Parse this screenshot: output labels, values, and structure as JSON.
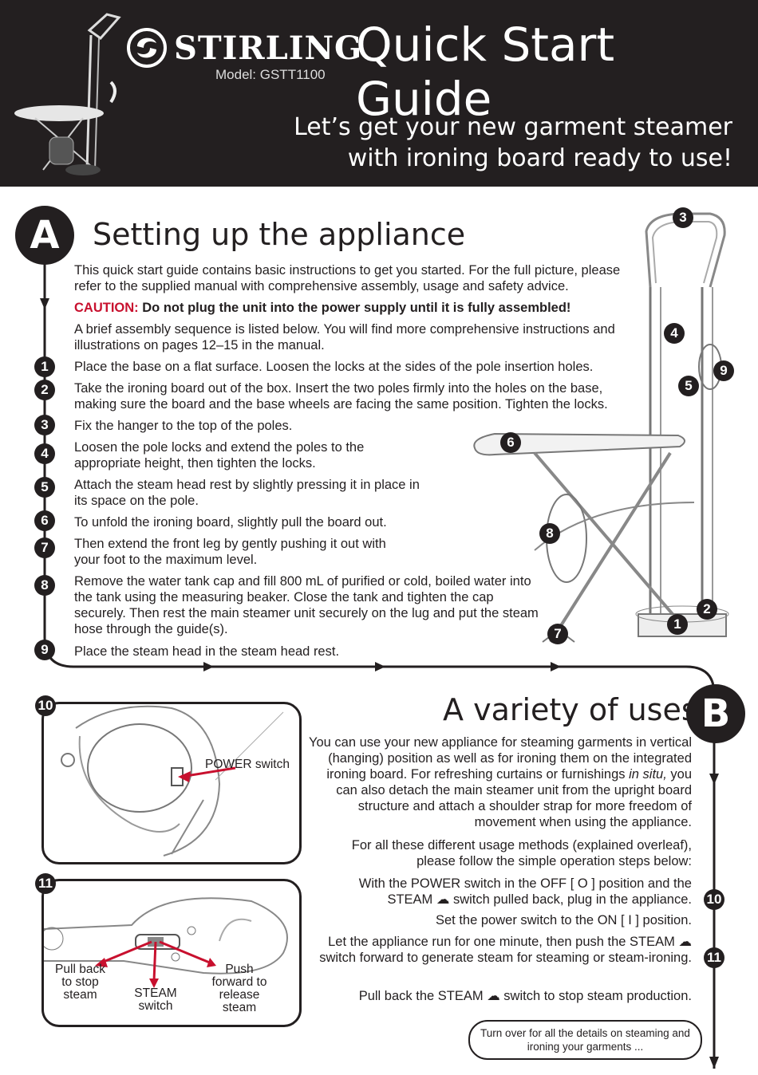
{
  "header": {
    "brand": "STIRLING",
    "model": "Model: GSTT1100",
    "title": "Quick Start Guide",
    "tagline_line1": "Let’s get your new garment steamer",
    "tagline_line2": "with ironing board ready to use!"
  },
  "section_a": {
    "badge": "A",
    "title": "Setting up the appliance",
    "intro": "This quick start guide contains basic instructions to get you started. For the full picture, please refer to the supplied manual with comprehensive assembly, usage and safety advice.",
    "caution_label": "CAUTION:",
    "caution_text": "Do not plug the unit into the power supply until it is fully assembled!",
    "assembly_note": "A brief assembly sequence is listed below. You will find more comprehensive instructions and illustrations on pages 12–15 in the manual.",
    "steps": [
      {
        "num": "1",
        "text": "Place the base on a flat surface. Loosen the locks at the sides of the pole insertion holes."
      },
      {
        "num": "2",
        "text": "Take the ironing board out of the box. Insert the two poles firmly into the holes on the base, making sure the board and the base wheels are facing the same position. Tighten the locks."
      },
      {
        "num": "3",
        "text": "Fix the hanger to the top of the poles."
      },
      {
        "num": "4",
        "text": "Loosen the pole locks and extend the poles to the appropriate height, then tighten the locks."
      },
      {
        "num": "5",
        "text": "Attach the steam head rest by slightly pressing it in place in its space on the pole."
      },
      {
        "num": "6",
        "text": "To unfold the ironing board, slightly pull the board out."
      },
      {
        "num": "7",
        "text": "Then extend the front leg by gently pushing it out with your foot to the maximum level."
      },
      {
        "num": "8",
        "text": "Remove the water tank cap and fill 800 mL of purified or cold, boiled water into the tank using the measuring beaker. Close the tank and tighten the cap securely. Then rest the main steamer unit securely on the lug and put the steam hose through the guide(s)."
      },
      {
        "num": "9",
        "text": "Place the steam head in the steam head rest."
      }
    ],
    "diagram_markers": [
      "3",
      "4",
      "9",
      "5",
      "6",
      "8",
      "2",
      "1",
      "7"
    ]
  },
  "section_b": {
    "badge": "B",
    "title": "A variety of uses",
    "intro_part1": "You can use your new appliance for steaming garments in vertical (hanging) position as well as for ironing them on the integrated ironing board. For refreshing curtains or furnishings",
    "intro_italic": "in situ,",
    "intro_part2": "you can also detach the main steamer unit from the upright board structure and attach a shoulder strap for more freedom of movement when using the appliance.",
    "usage_note": "For all these different usage methods (explained overleaf), please follow the simple operation steps below:",
    "step_plug_a": "With the POWER switch in the OFF [ O ] position and the STEAM",
    "step_plug_b": "switch pulled back, plug in the appliance.",
    "step_power_on": "Set the power switch to the ON [ I ] position.",
    "step_run_a": "Let the appliance run for one minute, then push the STEAM",
    "step_run_b": "switch forward to generate steam for steaming or steam-ironing.",
    "step_stop_a": "Pull back the STEAM",
    "step_stop_b": "switch to stop steam production.",
    "step_markers": [
      "10",
      "11"
    ],
    "turn_over_note": "Turn over for all the details on steaming and ironing your garments ..."
  },
  "figures": {
    "fig10_badge": "10",
    "fig10_label": "POWER switch",
    "fig11_badge": "11",
    "fig11_pull": "Pull back to stop steam",
    "fig11_steam": "STEAM switch",
    "fig11_push": "Push forward to release steam"
  },
  "colors": {
    "header_bg": "#231f20",
    "caution": "#c8102e",
    "arrow": "#c8102e"
  }
}
